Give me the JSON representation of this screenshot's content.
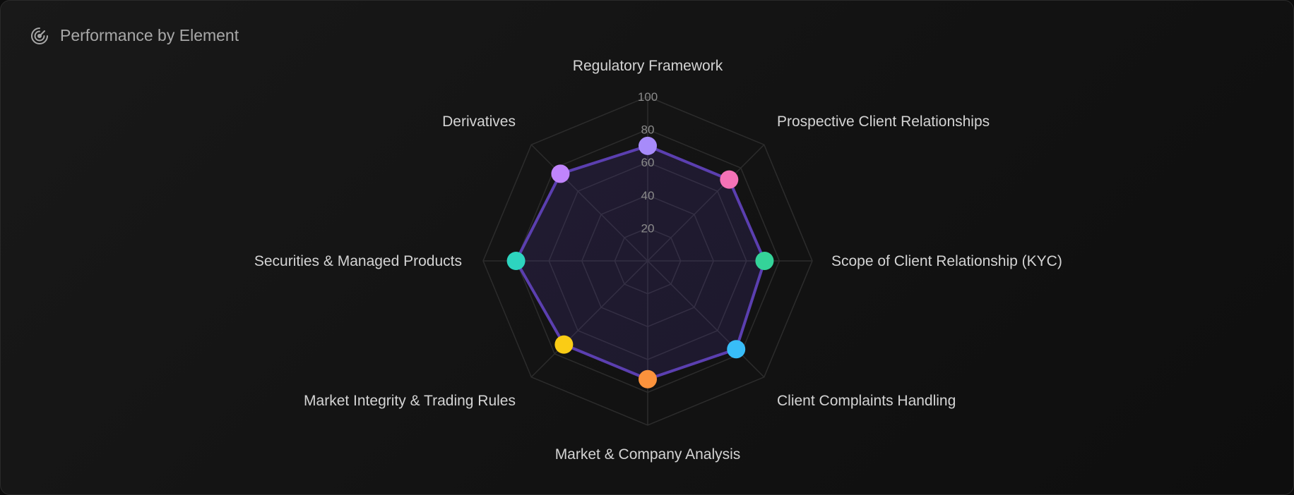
{
  "header": {
    "title": "Performance by Element",
    "icon": "radar-target-icon"
  },
  "chart_data": {
    "type": "radar",
    "title": "Performance by Element",
    "categories": [
      "Regulatory Framework",
      "Prospective Client Relationships",
      "Scope of Client Relationship (KYC)",
      "Client Complaints Handling",
      "Market & Company Analysis",
      "Market Integrity & Trading Rules",
      "Securities & Managed Products",
      "Derivatives"
    ],
    "values": [
      70,
      70,
      71,
      76,
      72,
      72,
      80,
      75
    ],
    "point_colors": [
      "#a78bfa",
      "#f472b6",
      "#34d399",
      "#38bdf8",
      "#fb923c",
      "#facc15",
      "#2dd4bf",
      "#c084fc"
    ],
    "range": [
      0,
      100
    ],
    "ticks": [
      "20",
      "40",
      "60",
      "80",
      "100"
    ],
    "grid": true,
    "line_color": "#5b3fb0",
    "fill_color": "rgba(91,63,176,0.18)"
  }
}
